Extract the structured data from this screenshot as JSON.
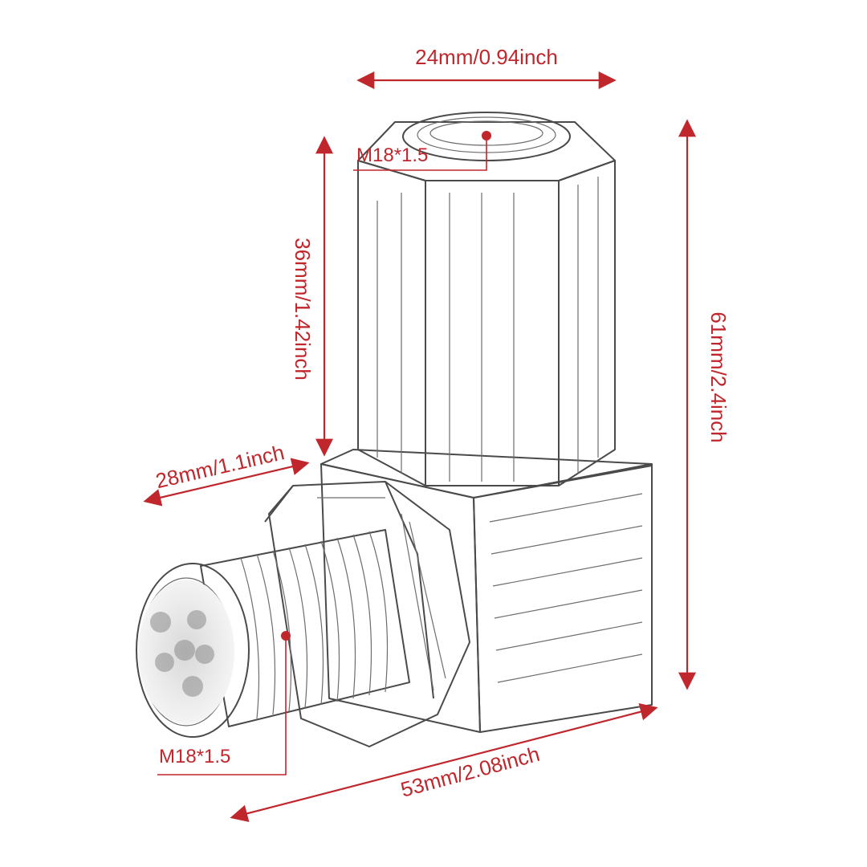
{
  "image_type": "technical pencil sketch of a 90-degree threaded adapter with dimension callouts",
  "accent_color": "#c0272d",
  "dimensions": {
    "top_width": "24mm/0.94inch",
    "hex_height": "36mm/1.42inch",
    "total_height": "61mm/2.4inch",
    "side_width": "28mm/1.1inch",
    "base_length": "53mm/2.08inch"
  },
  "threads": {
    "top": "M18*1.5",
    "side": "M18*1.5"
  }
}
